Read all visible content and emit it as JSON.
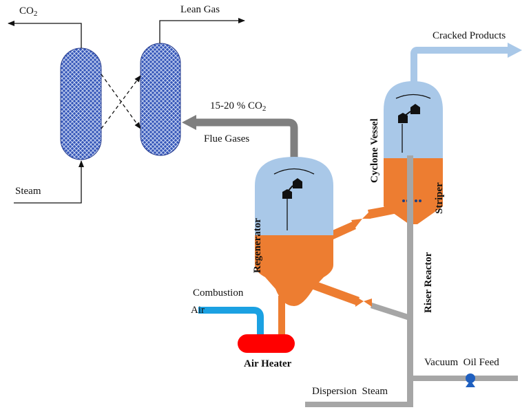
{
  "labels": {
    "co2_out": "CO",
    "co2_out_sub": "2",
    "lean_gas": "Lean Gas",
    "steam": "Steam",
    "flue_co2_prefix": "15-20 % CO",
    "flue_co2_sub": "2",
    "flue_gases": "Flue Gases",
    "cracked_products": "Cracked Products",
    "cyclone_vessel": "Cyclone Vessel",
    "striper": "Striper",
    "regenerator": "Regenerator",
    "riser_reactor": "Riser Reactor",
    "combustion": "Combustion",
    "air": "Air",
    "air_heater": "Air Heater",
    "vacuum_oil_feed": "Vacuum  Oil Feed",
    "dispersion_steam": "Dispersion  Steam"
  },
  "colors": {
    "vessel_blue": "#a9c8e8",
    "catalyst_orange": "#ed7d31",
    "riser_gray": "#a6a6a6",
    "flue_gray": "#7f7f7f",
    "product_blue": "#a9c8e8",
    "air_blue": "#1ba1e2",
    "heater_red": "#ff0000",
    "adsorber_blue": "#3556b8",
    "valve_blue": "#1f5fbf"
  },
  "icons": {
    "cyclone": "cyclone-icon",
    "valve": "valve-icon"
  }
}
